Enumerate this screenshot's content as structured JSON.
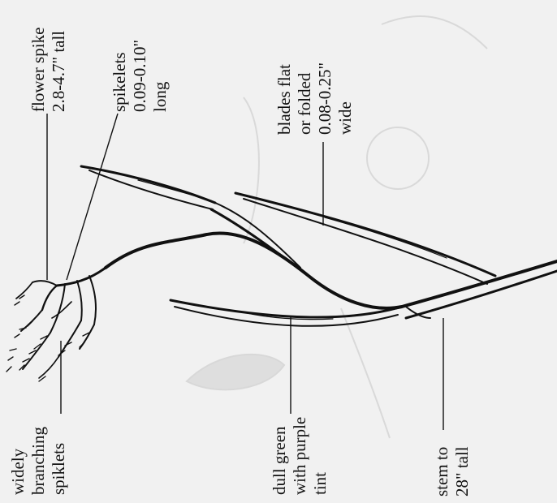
{
  "labels": {
    "flower_spike": [
      "flower spike",
      "2.8-4.7\" tall"
    ],
    "spikelets": [
      "spikelets",
      "0.09-0.10\"",
      "long"
    ],
    "blades": [
      "blades flat",
      "or folded",
      "0.08-0.25\"",
      "wide"
    ],
    "widely_branching": [
      "widely",
      "branching",
      "spiklets"
    ],
    "dull_green": [
      "dull green",
      "with purple",
      "tint"
    ],
    "stem": [
      "stem to",
      "28\" tall"
    ]
  },
  "colors": {
    "ink": "#111111",
    "paper": "#f1f1f1",
    "ghost": "#d6d6d6"
  }
}
